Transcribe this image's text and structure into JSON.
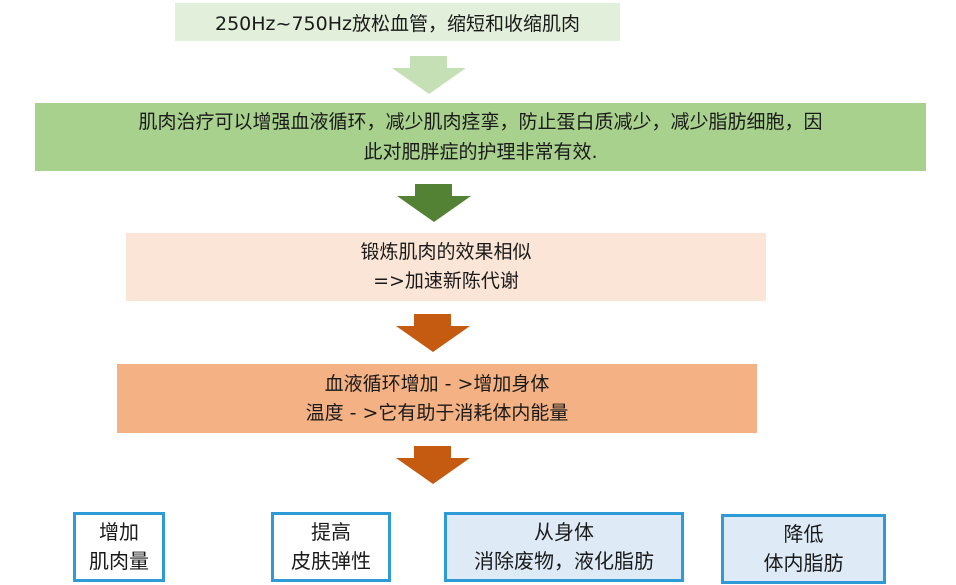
{
  "top_box": {
    "text": "250Hz~750Hz放松血管，缩短和收缩肌肉"
  },
  "main_box": {
    "line1": "肌肉治疗可以增强血液循环，减少肌肉痉挛，防止蛋白质减少，减少脂肪细胞，因",
    "line2": "此对肥胖症的护理非常有效."
  },
  "exercise_box": {
    "line1": "锻炼肌肉的效果相似",
    "line2": "=>加速新陈代谢"
  },
  "blood_box": {
    "line1": "血液循环增加 - >增加身体",
    "line2": "温度 - >它有助于消耗体内能量"
  },
  "results": [
    {
      "line1": "增加",
      "line2": "肌肉量"
    },
    {
      "line1": "提高",
      "line2": "皮肤弹性"
    },
    {
      "line1": "从身体",
      "line2": "消除废物，液化脂肪"
    },
    {
      "line1": "降低",
      "line2": "体内脂肪"
    }
  ],
  "colors": {
    "arrow_light_green": "#c5e0b4",
    "arrow_dark_green": "#548235",
    "arrow_orange": "#c55a11",
    "result_border": "#2e9ad6"
  }
}
